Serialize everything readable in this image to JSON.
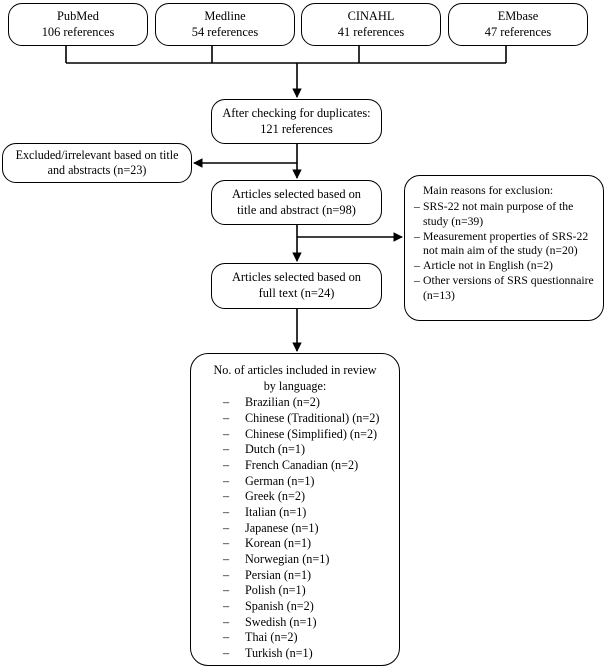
{
  "diagram": {
    "type": "prisma-flow-diagram",
    "sources": [
      {
        "name": "PubMed",
        "line1": "PubMed",
        "line2": "106 references",
        "count": 106
      },
      {
        "name": "Medline",
        "line1": "Medline",
        "line2": "54 references",
        "count": 54
      },
      {
        "name": "CINAHL",
        "line1": "CINAHL",
        "line2": "41 references",
        "count": 41
      },
      {
        "name": "EMbase",
        "line1": "EMbase",
        "line2": "47 references",
        "count": 47
      }
    ],
    "duplicates": {
      "line1": "After checking for duplicates:",
      "line2": "121 references",
      "count": 121
    },
    "excluded_title_abstract": {
      "line1": "Excluded/irrelevant based on title",
      "line2": "and abstracts (n=23)",
      "count": 23
    },
    "selected_title_abstract": {
      "line1": "Articles selected based on",
      "line2": "title and abstract (n=98)",
      "count": 98
    },
    "selected_fulltext": {
      "line1": "Articles selected based on",
      "line2": "full text (n=24)",
      "count": 24
    },
    "reasons": {
      "heading": "Main reasons for exclusion:",
      "dash": "–",
      "items": [
        {
          "text": "SRS-22  not main purpose of the study (n=39)",
          "count": 39
        },
        {
          "text": "Measurement properties of SRS-22 not main aim of the study (n=20)",
          "count": 20
        },
        {
          "text": "Article not in English (n=2)",
          "count": 2
        },
        {
          "text": "Other versions of SRS questionnaire (n=13)",
          "count": 13
        }
      ]
    },
    "languages": {
      "heading": "No. of articles included in review\nby language:",
      "dash": "–",
      "items": [
        {
          "label": "Brazilian (n=2)",
          "language": "Brazilian",
          "count": 2
        },
        {
          "label": "Chinese (Traditional) (n=2)",
          "language": "Chinese (Traditional)",
          "count": 2
        },
        {
          "label": "Chinese (Simplified) (n=2)",
          "language": "Chinese (Simplified)",
          "count": 2
        },
        {
          "label": "Dutch (n=1)",
          "language": "Dutch",
          "count": 1
        },
        {
          "label": "French Canadian (n=2)",
          "language": "French Canadian",
          "count": 2
        },
        {
          "label": "German (n=1)",
          "language": "German",
          "count": 1
        },
        {
          "label": "Greek (n=2)",
          "language": "Greek",
          "count": 2
        },
        {
          "label": "Italian (n=1)",
          "language": "Italian",
          "count": 1
        },
        {
          "label": "Japanese (n=1)",
          "language": "Japanese",
          "count": 1
        },
        {
          "label": "Korean (n=1)",
          "language": "Korean",
          "count": 1
        },
        {
          "label": "Norwegian (n=1)",
          "language": "Norwegian",
          "count": 1
        },
        {
          "label": "Persian (n=1)",
          "language": "Persian",
          "count": 1
        },
        {
          "label": "Polish (n=1)",
          "language": "Polish",
          "count": 1
        },
        {
          "label": "Spanish (n=2)",
          "language": "Spanish",
          "count": 2
        },
        {
          "label": "Swedish (n=1)",
          "language": "Swedish",
          "count": 1
        },
        {
          "label": "Thai (n=2)",
          "language": "Thai",
          "count": 2
        },
        {
          "label": "Turkish (n=1)",
          "language": "Turkish",
          "count": 1
        }
      ]
    },
    "colors": {
      "stroke": "#000000",
      "background": "#ffffff",
      "text": "#000000"
    }
  }
}
